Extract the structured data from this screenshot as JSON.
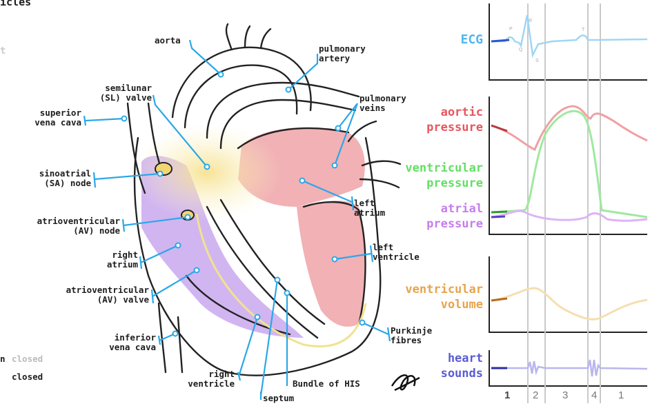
{
  "partial_text": {
    "title_fragment": "icles",
    "left_t": "t",
    "closed_top_prefix": "n",
    "closed_top": "closed",
    "closed_bottom": "closed"
  },
  "labels": {
    "aorta": "aorta",
    "pulmonary_artery": "pulmonary\nartery",
    "semilunar_valve": "semilunar\n(SL) valve",
    "pulmonary_veins": "pulmonary\nveins",
    "superior_vena_cava": "superior\nvena cava",
    "sa_node": "sinoatrial\n(SA) node",
    "left_atrium": "left\natrium",
    "av_node": "atrioventricular\n(AV) node",
    "left_ventricle": "left\nventricle",
    "right_atrium": "right\natrium",
    "av_valve": "atrioventricular\n(AV) valve",
    "purkinje": "Purkinje\nfibres",
    "inferior_vena_cava": "inferior\nvena cava",
    "right_ventricle": "right\nventricle",
    "bundle_of_his": "Bundle of HIS",
    "septum": "septum"
  },
  "plots": {
    "ecg": "ECG",
    "aortic_pressure": "aortic\npressure",
    "ventricular_pressure": "ventricular\npressure",
    "atrial_pressure": "atrial\npressure",
    "ventricular_volume": "ventricular\nvolume",
    "heart_sounds": "heart\nsounds",
    "ecg_waves": [
      "P",
      "Q",
      "R",
      "S",
      "T"
    ]
  },
  "phases": [
    "1",
    "2",
    "3",
    "4",
    "1"
  ],
  "colors": {
    "ecg": "#4fb6ee",
    "aortic": "#e8565e",
    "ventricular_pressure": "#63df63",
    "atrial": "#c77dec",
    "volume": "#e7a44d",
    "sounds": "#5b5bd6",
    "pointer": "#2aa7e8"
  }
}
